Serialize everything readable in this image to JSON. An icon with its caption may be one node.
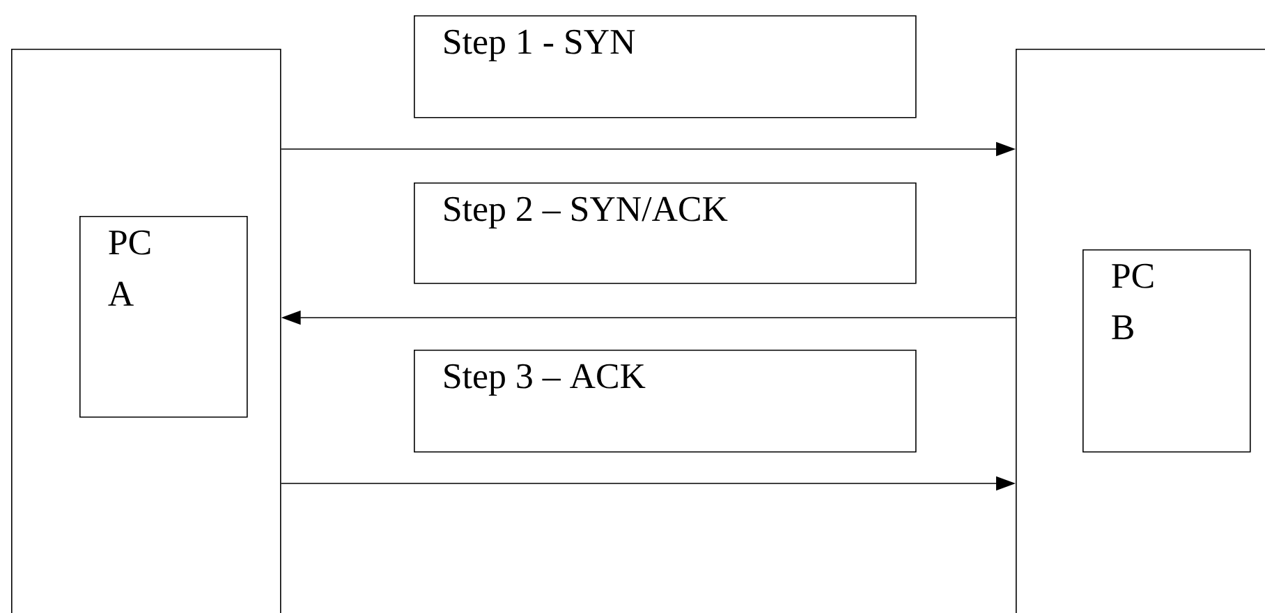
{
  "diagram": {
    "nodes": [
      {
        "text": [],
        "shape": "box"
      },
      {
        "text": [
          "PC A"
        ],
        "in": 0
      },
      {
        "text": [],
        "shape": "box"
      },
      {
        "text": [
          "PC B"
        ],
        "in": 2
      },
      {
        "text": [
          "Step 1 - SYN"
        ]
      },
      {
        "text": [
          "Step 2 – SYN/ACK"
        ]
      },
      {
        "text": [
          "Step 3 – ACK"
        ]
      }
    ],
    "edges": [
      {
        "from": 0,
        "to": 2,
        "arrow": "to"
      },
      {
        "from": 2,
        "to": 0,
        "arrow": "to"
      },
      {
        "from": 0,
        "to": 2,
        "arrow": "to"
      }
    ]
  }
}
